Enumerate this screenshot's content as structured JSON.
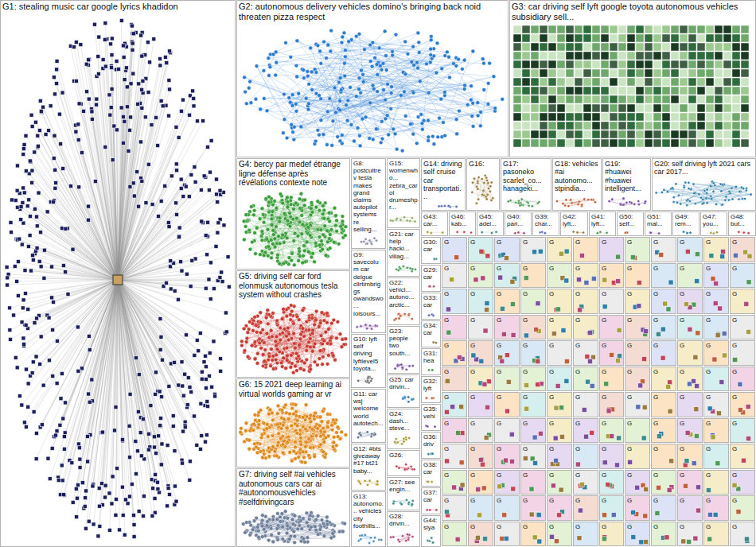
{
  "diagram": {
    "nodes": [
      {
        "text": [
          "G1: stealing music car google lyrics khadidon"
        ]
      },
      {
        "text": [
          "G2: autonomous delivery vehicles domino's bringing back noid threaten pizza respect"
        ]
      },
      {
        "text": [
          "G3: car driving self lyft google toyota autonomous vehicles subsidiary sell..."
        ]
      },
      {
        "text": [
          "G4: bercy par medef étrange ligne défense après révélations contexte note"
        ]
      },
      {
        "text": [
          "G5: driving self car ford elonmusk autonomous tesla system without crashes"
        ]
      },
      {
        "text": [
          "G6: 15 2021 deep learning ai virtual worlds gaming ar vr"
        ]
      },
      {
        "text": [
          "G7: driving self #ai vehicles autonomous cars car ai #autonomousvehicles #selfdrivingcars"
        ]
      },
      {
        "text": [
          "G8: postcultrev tesla makes grand claims autopilot systems re selling..."
        ]
      },
      {
        "text": [
          "G9: savecolum car delgue cllrtimbriggs owandswo... ioisours..."
        ]
      },
      {
        "text": [
          "G10: lyft self driving lyftlevel5 toyota..."
        ]
      },
      {
        "text": [
          "G11: car wsj welcome world autotech..."
        ]
      },
      {
        "text": [
          "G12: #bts giveaway #17 bt21 baby..."
        ]
      },
      {
        "text": [
          "G13: autonomo... vehicles city foothills..."
        ]
      },
      {
        "text": [
          "G15: womenwho... zebra_carol drumeshpr..."
        ]
      },
      {
        "text": [
          "G21: car help hacki... villag..."
        ]
      },
      {
        "text": [
          "G22: vehicl... autono... arctic..."
        ]
      },
      {
        "text": [
          "G23: people two south..."
        ]
      },
      {
        "text": [
          "G25: car drivin..."
        ]
      },
      {
        "text": [
          "G24: dash... steve..."
        ]
      },
      {
        "text": [
          "G26:"
        ]
      },
      {
        "text": [
          "G27: see engin..."
        ]
      },
      {
        "text": [
          "G28: drivin..."
        ]
      },
      {
        "text": [
          "G14: driving self cruise car transportati..."
        ]
      },
      {
        "text": [
          "G16:"
        ]
      },
      {
        "text": [
          "G17: pasoneko scarlet_co... hanageki..."
        ]
      },
      {
        "text": [
          "G18: vehicles #ai autonomo... stpindia..."
        ]
      },
      {
        "text": [
          "G19: #huawei #huawei intelligent..."
        ]
      },
      {
        "text": [
          "G20: self driving lyft 2021 cars car 2017..."
        ]
      },
      {
        "text": [
          "G43: car..."
        ]
      },
      {
        "text": [
          "G46: kab..."
        ]
      },
      {
        "text": [
          "G45: adel..."
        ]
      },
      {
        "text": [
          "G40: pari..."
        ]
      },
      {
        "text": [
          "G39: char..."
        ]
      },
      {
        "text": [
          "G42: lyft..."
        ]
      },
      {
        "text": [
          "G41: lyft..."
        ]
      },
      {
        "text": [
          "G50: self..."
        ]
      },
      {
        "text": [
          "G51: mal..."
        ]
      },
      {
        "text": [
          "G49: rem..."
        ]
      },
      {
        "text": [
          "G47: you..."
        ]
      },
      {
        "text": [
          "G48: but..."
        ]
      },
      {
        "text": [
          "G30: car"
        ]
      },
      {
        "text": [
          "G29: car"
        ]
      },
      {
        "text": [
          "G33: car"
        ]
      },
      {
        "text": [
          "G34: car"
        ]
      },
      {
        "text": [
          "G31: hea"
        ]
      },
      {
        "text": [
          "G32: lyft"
        ]
      },
      {
        "text": [
          "G35: vehi"
        ]
      },
      {
        "text": [
          "G36: driv"
        ]
      },
      {
        "text": [
          "G38: car"
        ]
      },
      {
        "text": [
          "G37: car"
        ]
      },
      {
        "text": [
          "G44: siya"
        ]
      },
      {
        "text": [
          "G"
        ]
      },
      {
        "text": [
          "G"
        ]
      },
      {
        "text": [
          "G"
        ]
      },
      {
        "text": [
          "G"
        ]
      },
      {
        "text": [
          "G"
        ]
      },
      {
        "text": [
          "G"
        ]
      },
      {
        "text": [
          "G"
        ]
      },
      {
        "text": [
          "G"
        ]
      },
      {
        "text": [
          "G"
        ]
      },
      {
        "text": [
          "G"
        ]
      },
      {
        "text": [
          "G"
        ]
      },
      {
        "text": [
          "G"
        ]
      },
      {
        "text": [
          "G"
        ]
      },
      {
        "text": [
          "G"
        ]
      },
      {
        "text": [
          "G"
        ]
      },
      {
        "text": [
          "G"
        ]
      },
      {
        "text": [
          "G"
        ]
      },
      {
        "text": [
          "G"
        ]
      },
      {
        "text": [
          "G"
        ]
      },
      {
        "text": [
          "G"
        ]
      },
      {
        "text": [
          "G"
        ]
      },
      {
        "text": [
          "G"
        ]
      },
      {
        "text": [
          "G"
        ]
      },
      {
        "text": [
          "G"
        ]
      },
      {
        "text": [
          "G"
        ]
      },
      {
        "text": [
          "G"
        ]
      },
      {
        "text": [
          "G"
        ]
      },
      {
        "text": [
          "G"
        ]
      },
      {
        "text": [
          "G"
        ]
      },
      {
        "text": [
          "G"
        ]
      },
      {
        "text": [
          "G"
        ]
      },
      {
        "text": [
          "G"
        ]
      },
      {
        "text": [
          "G"
        ]
      },
      {
        "text": [
          "G"
        ]
      },
      {
        "text": [
          "G"
        ]
      },
      {
        "text": [
          "G"
        ]
      },
      {
        "text": [
          "G"
        ]
      },
      {
        "text": [
          "G"
        ]
      },
      {
        "text": [
          "G"
        ]
      },
      {
        "text": [
          "G"
        ]
      },
      {
        "text": [
          "G"
        ]
      },
      {
        "text": [
          "G"
        ]
      },
      {
        "text": [
          "G"
        ]
      },
      {
        "text": [
          "G"
        ]
      },
      {
        "text": [
          "G"
        ]
      },
      {
        "text": [
          "G"
        ]
      },
      {
        "text": [
          "G"
        ]
      },
      {
        "text": [
          "G"
        ]
      },
      {
        "text": [
          "G"
        ]
      },
      {
        "text": [
          "G"
        ]
      },
      {
        "text": [
          "G"
        ]
      },
      {
        "text": [
          "G"
        ]
      },
      {
        "text": [
          "G"
        ]
      },
      {
        "text": [
          "G"
        ]
      },
      {
        "text": [
          "G"
        ]
      },
      {
        "text": [
          "G"
        ]
      },
      {
        "text": [
          "G"
        ]
      },
      {
        "text": [
          "G"
        ]
      },
      {
        "text": [
          "G"
        ]
      },
      {
        "text": [
          "G"
        ]
      },
      {
        "text": [
          "G"
        ]
      },
      {
        "text": [
          "G"
        ]
      },
      {
        "text": [
          "G"
        ]
      },
      {
        "text": [
          "G"
        ]
      },
      {
        "text": [
          "G"
        ]
      },
      {
        "text": [
          "G"
        ]
      },
      {
        "text": [
          "G"
        ]
      },
      {
        "text": [
          "G"
        ]
      },
      {
        "text": [
          "G"
        ]
      },
      {
        "text": [
          "G"
        ]
      },
      {
        "text": [
          "G"
        ]
      },
      {
        "text": [
          "G"
        ]
      },
      {
        "text": [
          "G"
        ]
      },
      {
        "text": [
          "G"
        ]
      },
      {
        "text": [
          "G"
        ]
      },
      {
        "text": [
          "G"
        ]
      },
      {
        "text": [
          "G"
        ]
      },
      {
        "text": [
          "G"
        ]
      },
      {
        "text": [
          "G"
        ]
      },
      {
        "text": [
          "G"
        ]
      },
      {
        "text": [
          "G"
        ]
      },
      {
        "text": [
          "G"
        ]
      },
      {
        "text": [
          "G"
        ]
      },
      {
        "text": [
          "G"
        ]
      },
      {
        "text": [
          "G"
        ]
      },
      {
        "text": [
          "G"
        ]
      },
      {
        "text": [
          "G"
        ]
      },
      {
        "text": [
          "G"
        ]
      },
      {
        "text": [
          "G"
        ]
      },
      {
        "text": [
          "G"
        ]
      },
      {
        "text": [
          "G"
        ]
      },
      {
        "text": [
          "G"
        ]
      },
      {
        "text": [
          "G"
        ]
      },
      {
        "text": [
          "G"
        ]
      },
      {
        "text": [
          "G"
        ]
      },
      {
        "text": [
          "G"
        ]
      },
      {
        "text": [
          "G"
        ]
      },
      {
        "text": [
          "G"
        ]
      },
      {
        "text": [
          "G"
        ]
      },
      {
        "text": [
          "G"
        ]
      },
      {
        "text": [
          "G"
        ]
      },
      {
        "text": [
          "G"
        ]
      },
      {
        "text": [
          "G"
        ]
      },
      {
        "text": [
          "G"
        ]
      },
      {
        "text": [
          "G"
        ]
      },
      {
        "text": [
          "G"
        ]
      },
      {
        "text": [
          "G"
        ]
      },
      {
        "text": [
          "G"
        ]
      },
      {
        "text": [
          "G"
        ]
      },
      {
        "text": [
          "G"
        ]
      },
      {
        "text": [
          "G"
        ]
      },
      {
        "text": [
          "G"
        ]
      },
      {
        "text": [
          "G"
        ]
      },
      {
        "text": [
          "G"
        ]
      },
      {
        "text": [
          "G"
        ]
      },
      {
        "text": [
          "G"
        ]
      },
      {
        "text": [
          "G"
        ]
      },
      {
        "text": [
          "G"
        ]
      },
      {
        "text": [
          "G"
        ]
      },
      {
        "text": [
          "G"
        ]
      },
      {
        "text": [
          "G"
        ]
      },
      {
        "text": [
          "G"
        ]
      },
      {
        "text": [
          "G"
        ]
      },
      {
        "text": [
          "G"
        ]
      },
      {
        "text": [
          "G"
        ]
      },
      {
        "text": [
          "G"
        ]
      },
      {
        "text": [
          "G"
        ]
      },
      {
        "text": [
          "G"
        ]
      },
      {
        "text": [
          "G"
        ]
      },
      {
        "text": [
          "G"
        ]
      },
      {
        "text": [
          "G"
        ]
      },
      {
        "text": [
          "G"
        ]
      },
      {
        "text": [
          "G"
        ]
      },
      {
        "text": [
          "G"
        ]
      },
      {
        "text": [
          "G"
        ]
      },
      {
        "text": [
          "G"
        ]
      },
      {
        "text": [
          "G"
        ]
      },
      {
        "text": [
          "G"
        ]
      },
      {
        "text": [
          "G"
        ]
      },
      {
        "text": [
          "G"
        ]
      },
      {
        "text": [
          "G"
        ]
      },
      {
        "text": [
          "G"
        ]
      },
      {
        "text": [
          "G"
        ]
      },
      {
        "text": [
          "G"
        ]
      }
    ]
  }
}
